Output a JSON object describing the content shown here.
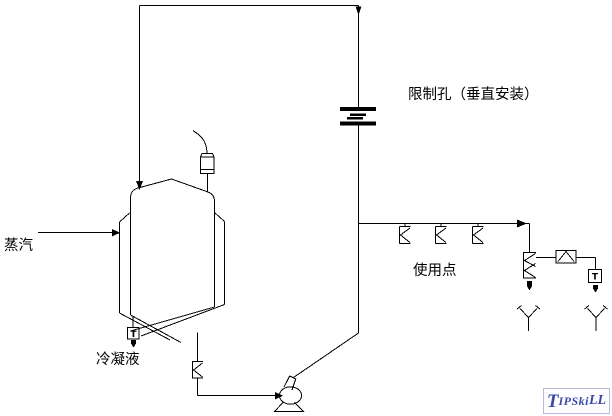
{
  "labels": {
    "steam": "蒸汽",
    "condensate": "冷凝液",
    "orifice_note": "限制孔（垂直安装）",
    "use_point": "使用点"
  },
  "symbols": {
    "trap_letter": "T"
  },
  "watermark": {
    "initial": "T",
    "mid": "IPSki",
    "end": "LL",
    "text_full": "TIPSkiLL",
    "color": "#3b4aa3",
    "border_color": "#b9b9d9"
  },
  "colors": {
    "line": "#000000",
    "background": "#ffffff"
  }
}
